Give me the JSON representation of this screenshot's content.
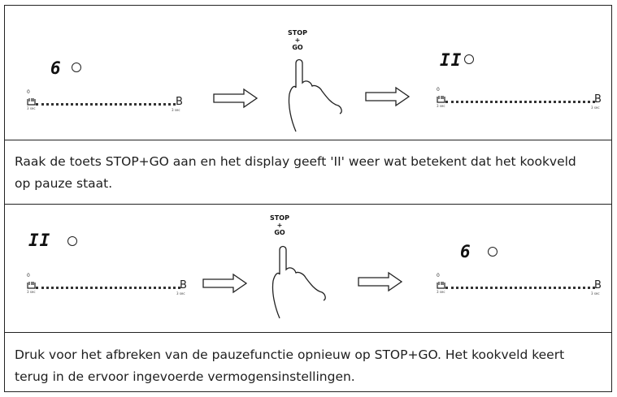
{
  "step1": {
    "display_before": "6",
    "display_after": "II",
    "slider_start": "0",
    "slider_end": "B",
    "slider_time_label": "3 sec",
    "button_label_top": "STOP",
    "button_label_plus": "+",
    "button_label_bottom": "GO",
    "caption": "Raak de toets STOP+GO aan en het display geeft 'II' weer wat betekent dat het kookveld op pauze staat."
  },
  "step2": {
    "display_before": "II",
    "display_after": "6",
    "slider_start": "0",
    "slider_end": "B",
    "slider_time_label": "3 sec",
    "button_label_top": "STOP",
    "button_label_plus": "+",
    "button_label_bottom": "GO",
    "caption": "Druk voor het afbreken van de pauzefunctie opnieuw op STOP+GO. Het kookveld keert terug in de ervoor ingevoerde vermogensinstellingen."
  },
  "icons": [
    "power-ring-icon",
    "pan-icon",
    "right-arrow-icon",
    "hand-pointer-icon"
  ]
}
